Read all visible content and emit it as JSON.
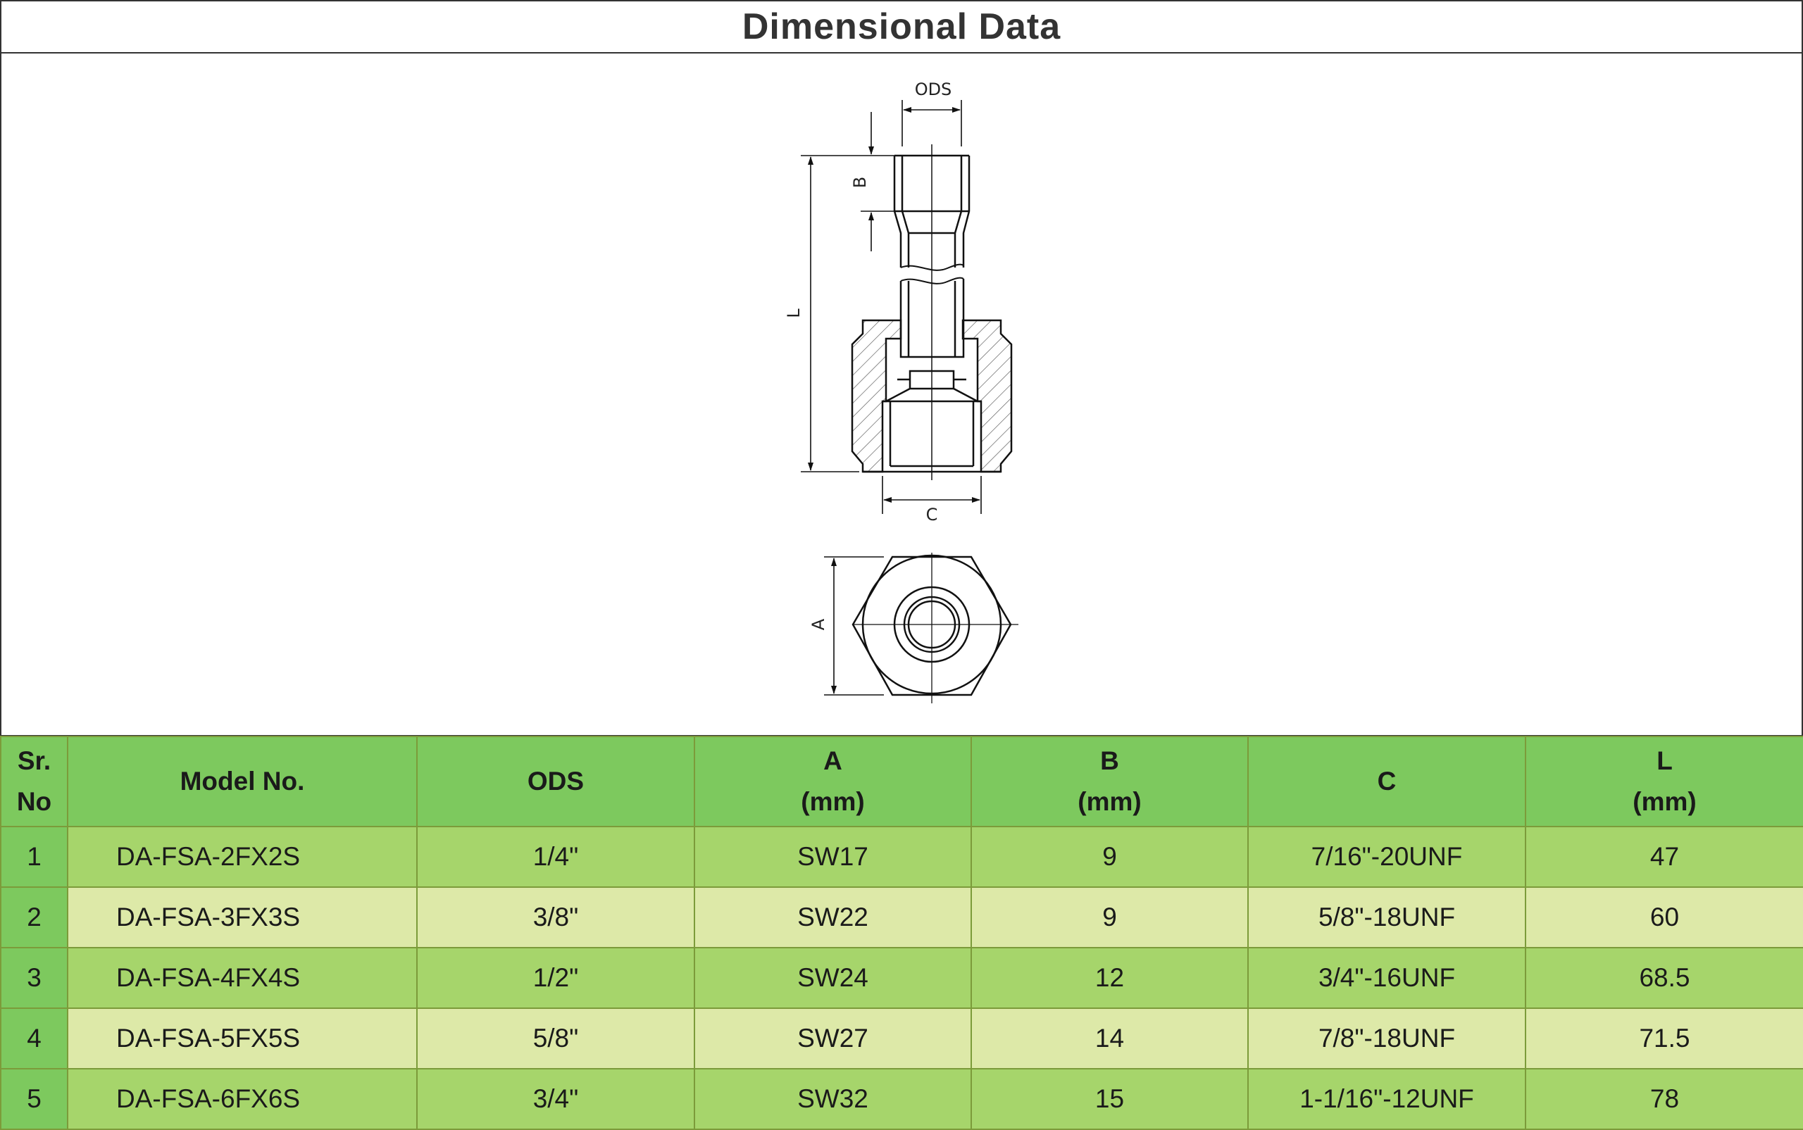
{
  "title": "Dimensional Data",
  "drawing": {
    "labels": {
      "ods": "ODS",
      "b": "B",
      "l": "L",
      "c": "C",
      "a": "A"
    }
  },
  "colors": {
    "header": "#7dc95e",
    "row_odd": "#a6d56b",
    "row_even": "#dde9a8",
    "border": "#7c9b3a"
  },
  "table": {
    "headers": [
      [
        "Sr.",
        "No"
      ],
      [
        "Model No."
      ],
      [
        "ODS"
      ],
      [
        "A",
        "(mm)"
      ],
      [
        "B",
        "(mm)"
      ],
      [
        "C"
      ],
      [
        "L",
        "(mm)"
      ]
    ],
    "rows": [
      [
        "1",
        "DA-FSA-2FX2S",
        "1/4\"",
        "SW17",
        "9",
        "7/16\"-20UNF",
        "47"
      ],
      [
        "2",
        "DA-FSA-3FX3S",
        "3/8\"",
        "SW22",
        "9",
        "5/8\"-18UNF",
        "60"
      ],
      [
        "3",
        "DA-FSA-4FX4S",
        "1/2\"",
        "SW24",
        "12",
        "3/4\"-16UNF",
        "68.5"
      ],
      [
        "4",
        "DA-FSA-5FX5S",
        "5/8\"",
        "SW27",
        "14",
        "7/8\"-18UNF",
        "71.5"
      ],
      [
        "5",
        "DA-FSA-6FX6S",
        "3/4\"",
        "SW32",
        "15",
        "1-1/16\"-12UNF",
        "78"
      ]
    ]
  }
}
